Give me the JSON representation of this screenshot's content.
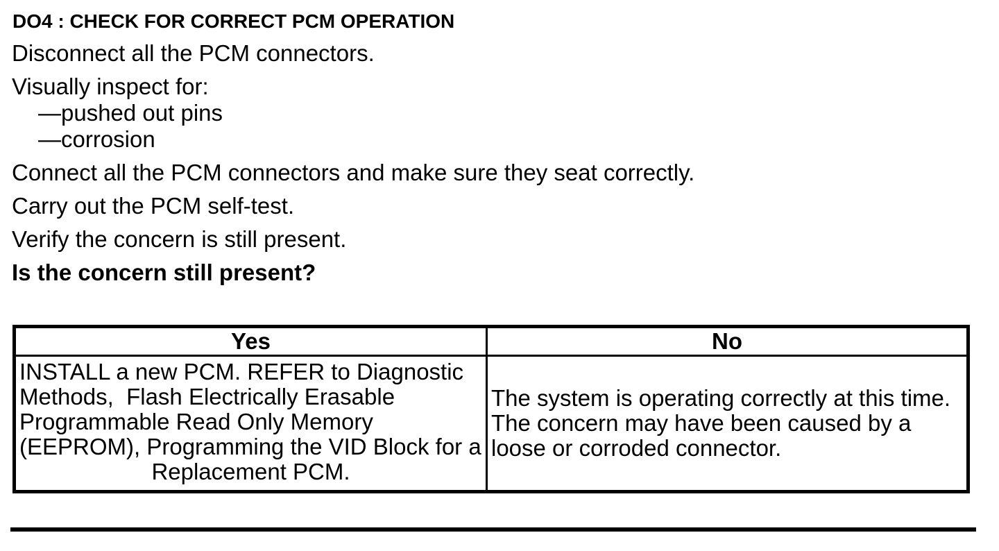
{
  "page": {
    "heading": "DO4 : CHECK FOR CORRECT PCM OPERATION",
    "steps": [
      {
        "text": "Disconnect all the PCM connectors."
      },
      {
        "text": "Visually inspect for:"
      },
      {
        "text": "—pushed out pins"
      },
      {
        "text": "—corrosion"
      },
      {
        "text": "Connect all the PCM connectors and make sure they seat correctly."
      },
      {
        "text": "Carry out the PCM self-test."
      },
      {
        "text": "Verify the concern is still present."
      },
      {
        "text": "Is the concern still present?"
      }
    ],
    "results_table": {
      "yes_header": "Yes",
      "no_header": "No",
      "yes_action_lines": [
        "INSTALL a new PCM. REFER to Diagnostic",
        "Methods,  Flash Electrically Erasable",
        "Programmable Read Only Memory",
        "(EEPROM), Programming the VID Block for a",
        "Replacement PCM."
      ],
      "no_action_lines": [
        "The system is operating correctly at this time.",
        "The concern may have been caused by a",
        "loose or corroded connector."
      ]
    },
    "colors": {
      "text": "#000000",
      "background": "#ffffff"
    }
  }
}
